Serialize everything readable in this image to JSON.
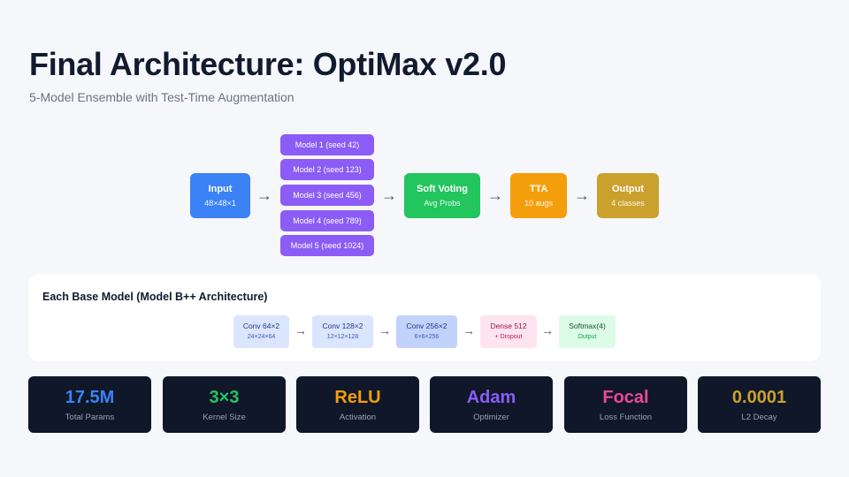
{
  "title": "Final Architecture: OptiMax v2.0",
  "subtitle": "5-Model Ensemble with Test-Time Augmentation",
  "pipeline": {
    "input": {
      "title": "Input",
      "sub": "48×48×1"
    },
    "models": [
      "Model 1 (seed 42)",
      "Model 2 (seed 123)",
      "Model 3 (seed 456)",
      "Model 4 (seed 789)",
      "Model 5 (seed 1024)"
    ],
    "voting": {
      "title": "Soft Voting",
      "sub": "Avg Probs"
    },
    "tta": {
      "title": "TTA",
      "sub": "10 augs"
    },
    "output": {
      "title": "Output",
      "sub": "4 classes"
    },
    "arrow": "→"
  },
  "base_model": {
    "title": "Each Base Model (Model B++ Architecture)",
    "layers": [
      {
        "title": "Conv 64×2",
        "sub": "24×24×64"
      },
      {
        "title": "Conv 128×2",
        "sub": "12×12×128"
      },
      {
        "title": "Conv 256×2",
        "sub": "6×6×256"
      },
      {
        "title": "Dense 512",
        "sub": "+ Dropout"
      },
      {
        "title": "Softmax(4)",
        "sub": "Output"
      }
    ],
    "arrow": "→"
  },
  "stats": [
    {
      "value": "17.5M",
      "label": "Total Params",
      "color": "#3b82f6"
    },
    {
      "value": "3×3",
      "label": "Kernel Size",
      "color": "#22c55e"
    },
    {
      "value": "ReLU",
      "label": "Activation",
      "color": "#f59e0b"
    },
    {
      "value": "Adam",
      "label": "Optimizer",
      "color": "#8b5cf6"
    },
    {
      "value": "Focal",
      "label": "Loss Function",
      "color": "#ec4899"
    },
    {
      "value": "0.0001",
      "label": "L2 Decay",
      "color": "#caa12c"
    }
  ],
  "colors": {
    "input": "#3b82f6",
    "model": "#8b5cf6",
    "voting": "#22c55e",
    "tta": "#f59e0b",
    "output": "#caa12c",
    "stat_bg": "#0f1729"
  }
}
